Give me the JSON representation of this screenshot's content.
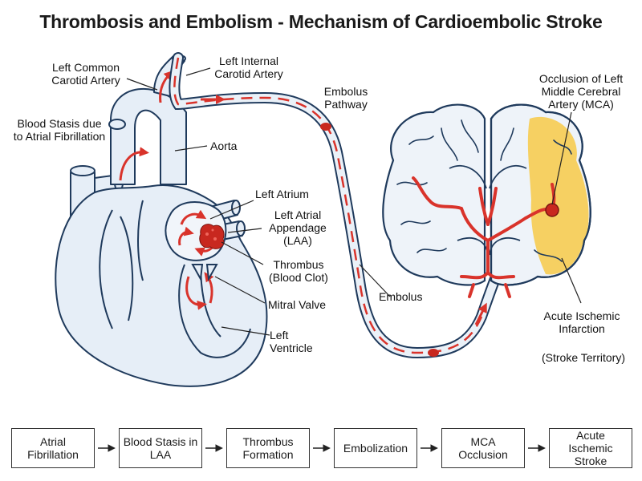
{
  "title": "Thrombosis and Embolism - Mechanism of Cardioembolic Stroke",
  "labels": {
    "left_common_carotid": "Left Common Carotid Artery",
    "left_internal_carotid": "Left Internal Carotid Artery",
    "embolus_pathway": "Embolus Pathway",
    "blood_stasis": "Blood Stasis due to Atrial Fibrillation",
    "aorta": "Aorta",
    "left_atrium": "Left Atrium",
    "laa": "Left Atrial Appendage (LAA)",
    "thrombus": "Thrombus (Blood Clot)",
    "mitral_valve": "Mitral Valve",
    "left_ventricle": "Left Ventricle",
    "embolus": "Embolus",
    "mca_occlusion": "Occlusion of Left Middle Cerebral Artery (MCA)",
    "infarction": "Acute Ischemic Infarction",
    "stroke_territory": "(Stroke Territory)"
  },
  "flow_steps": [
    "Atrial Fibrillation",
    "Blood Stasis in LAA",
    "Thrombus Formation",
    "Embolization",
    "MCA Occlusion",
    "Acute Ischemic Stroke"
  ],
  "colors": {
    "vessel_fill": "#e6eef7",
    "vessel_stroke": "#1f3a5c",
    "blood_red": "#d9332b",
    "clot_red": "#c8281f",
    "infarct_yellow": "#f7c948",
    "brain_fill": "#eef3f9"
  }
}
